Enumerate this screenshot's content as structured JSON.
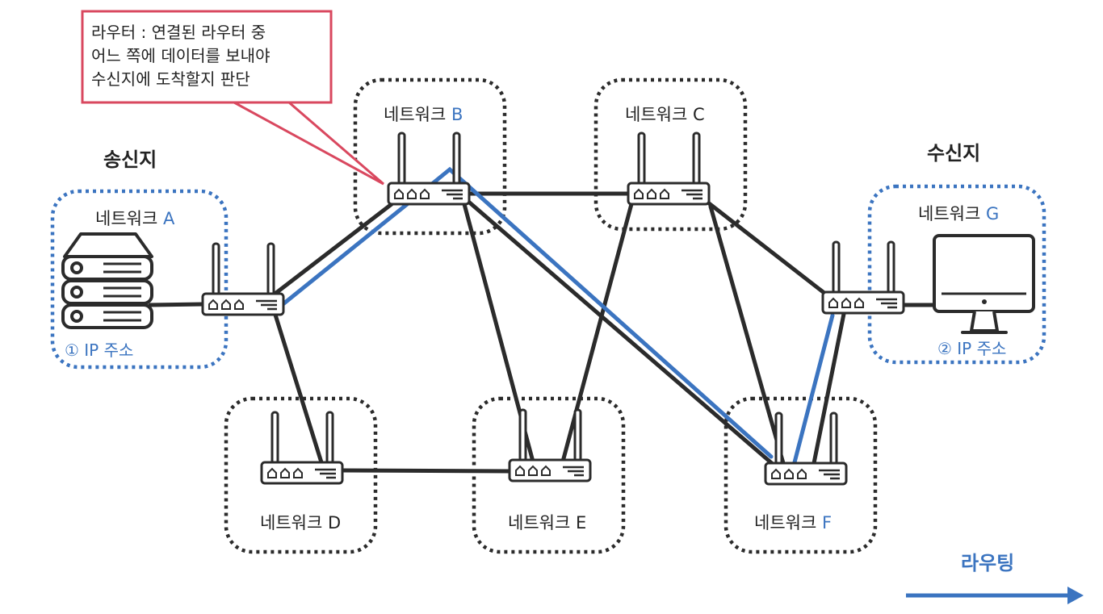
{
  "colors": {
    "accent": "#3b74c0",
    "callout_border": "#d9485f",
    "line": "#2b2b2b"
  },
  "callout": {
    "lines": [
      "라우터 : 연결된 라우터 중",
      "어느 쪽에 데이터를 보내야",
      "수신지에 도착할지 판단"
    ]
  },
  "sender_label": "송신지",
  "receiver_label": "수신지",
  "networks": {
    "a": {
      "prefix": "네트워크",
      "letter": "A"
    },
    "b": {
      "prefix": "네트워크",
      "letter": "B"
    },
    "c": {
      "prefix": "네트워크",
      "letter": "C"
    },
    "d": {
      "prefix": "네트워크",
      "letter": "D"
    },
    "e": {
      "prefix": "네트워크",
      "letter": "E"
    },
    "f": {
      "prefix": "네트워크",
      "letter": "F"
    },
    "g": {
      "prefix": "네트워크",
      "letter": "G"
    }
  },
  "source_ip": "① IP 주소",
  "dest_ip": "② IP 주소",
  "routing_label": "라우팅",
  "icons": [
    "server-icon",
    "router-icon",
    "monitor-icon",
    "arrow-right-icon"
  ]
}
